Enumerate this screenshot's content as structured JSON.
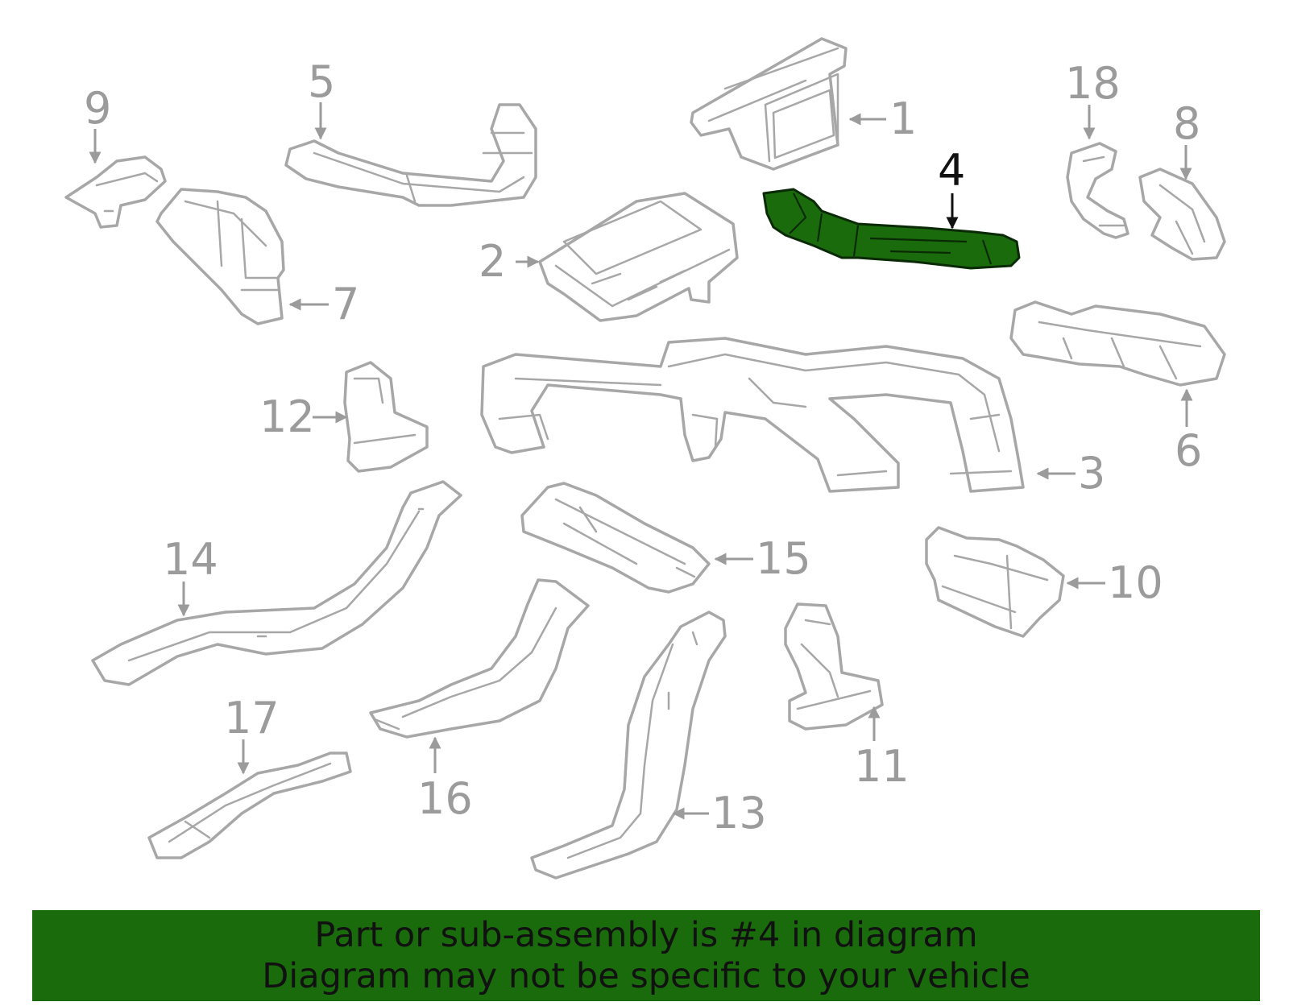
{
  "diagram": {
    "selected_part": "4",
    "callouts": [
      "1",
      "2",
      "3",
      "4",
      "5",
      "6",
      "7",
      "8",
      "9",
      "10",
      "11",
      "12",
      "13",
      "14",
      "15",
      "16",
      "17",
      "18"
    ],
    "highlight_color": "#1a6b0c",
    "part_color": "#a7a7a7"
  },
  "banner": {
    "line1": "Part or sub-assembly is #4 in diagram",
    "line2": "Diagram may not be specific to your vehicle",
    "background": "#1a6b0c"
  }
}
